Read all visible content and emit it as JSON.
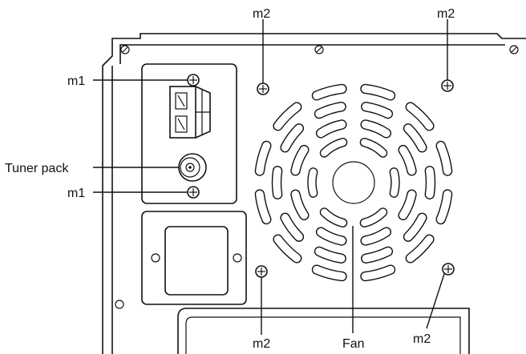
{
  "labels": {
    "m1_top": "m1",
    "m1_bottom": "m1",
    "tuner_pack": "Tuner pack",
    "m2_top_left": "m2",
    "m2_top_right": "m2",
    "m2_bottom_left": "m2",
    "m2_bottom_right": "m2",
    "fan": "Fan"
  },
  "colors": {
    "line": "#111111",
    "background": "#ffffff"
  }
}
